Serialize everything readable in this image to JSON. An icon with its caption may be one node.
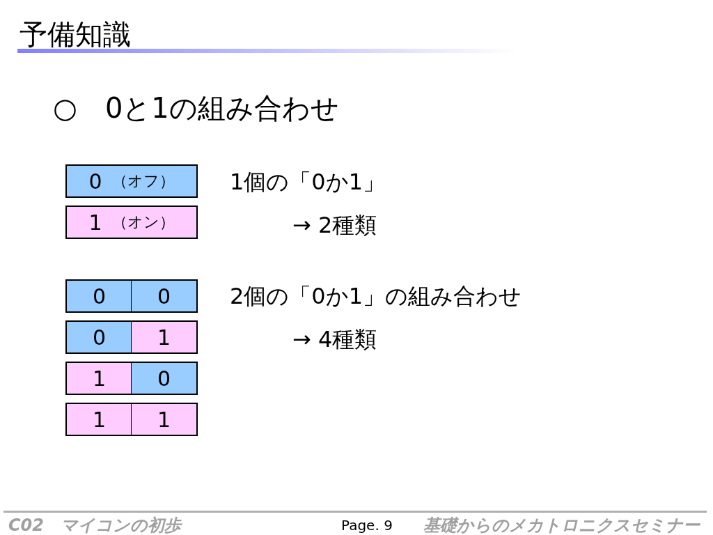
{
  "diagram": {
    "title": "予備知識",
    "nodes": [
      {
        "text": [
          "0",
          "（オフ）"
        ]
      },
      {
        "text": [
          "1",
          "（オン）"
        ]
      },
      {
        "text": [
          "0"
        ]
      },
      {
        "text": [
          "0"
        ]
      },
      {
        "text": [
          "0"
        ]
      },
      {
        "text": [
          "1"
        ]
      },
      {
        "text": [
          "1"
        ]
      },
      {
        "text": [
          "0"
        ]
      },
      {
        "text": [
          "1"
        ]
      },
      {
        "text": [
          "1"
        ]
      }
    ],
    "labels": [
      "○　0と1の組み合わせ",
      "1個の「0か1」",
      "→ 2種類",
      "2個の「0か1」の組み合わせ",
      "→ 4種類",
      "C02　マイコンの初歩",
      "Page. 9",
      "基礎からのメカトロニクスセミナー"
    ]
  }
}
